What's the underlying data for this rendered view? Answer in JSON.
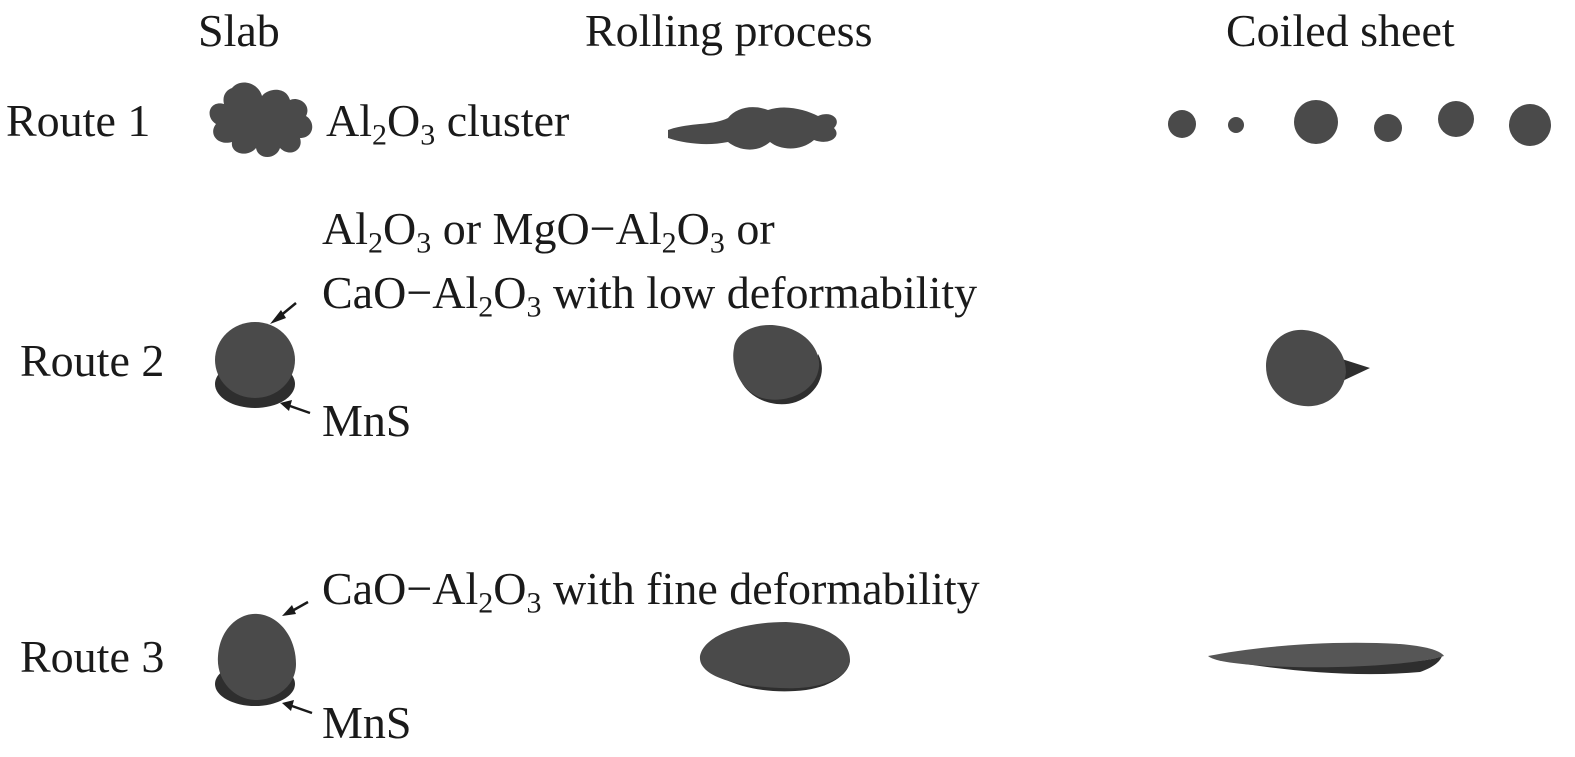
{
  "columns": {
    "slab": "Slab",
    "rolling": "Rolling process",
    "coiled": "Coiled sheet"
  },
  "routes": [
    {
      "label": "Route 1"
    },
    {
      "label": "Route 2"
    },
    {
      "label": "Route 3"
    }
  ],
  "route1": {
    "cluster_a": "Al",
    "cluster_a_sub": "2",
    "cluster_b": "O",
    "cluster_b_sub": "3",
    "cluster_rest": " cluster"
  },
  "route2": {
    "line1": {
      "p1": "Al",
      "s1": "2",
      "p2": "O",
      "s2": "3",
      "p3": " or MgO−Al",
      "s3": "2",
      "p4": "O",
      "s4": "3",
      "p5": " or"
    },
    "line2": {
      "p1": "CaO−Al",
      "s1": "2",
      "p2": "O",
      "s2": "3",
      "p3": " with low deformability"
    },
    "mns": "MnS"
  },
  "route3": {
    "line1": {
      "p1": "CaO−Al",
      "s1": "2",
      "p2": "O",
      "s2": "3",
      "p3": " with fine deformability"
    },
    "mns": "MnS"
  },
  "colors": {
    "inclusion": "#4a4a4a",
    "mns_layer": "#2e2e2e"
  }
}
